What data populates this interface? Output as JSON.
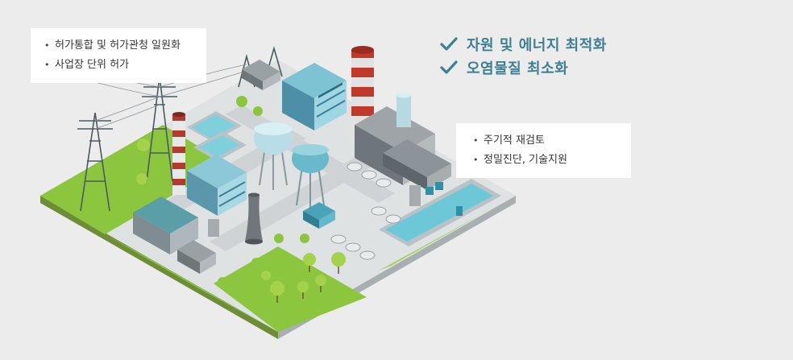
{
  "headlines": [
    "자원 및 에너지 최적화",
    "오염물질 최소화"
  ],
  "left_box": {
    "items": [
      "허가통합 및 허가관청 일원화",
      "사업장 단위 허가"
    ]
  },
  "right_box": {
    "items": [
      "주기적 재검토",
      "정밀진단, 기술지원"
    ]
  },
  "icons": {
    "bullet": "bullet-dot",
    "headline": "check-icon"
  },
  "colors": {
    "headline": "#3e7f93",
    "check": "#3e7f93",
    "background": "#ececec",
    "grass": "#8cc63f",
    "pavement": "#d9dcdd",
    "water": "#6cc7d6"
  }
}
